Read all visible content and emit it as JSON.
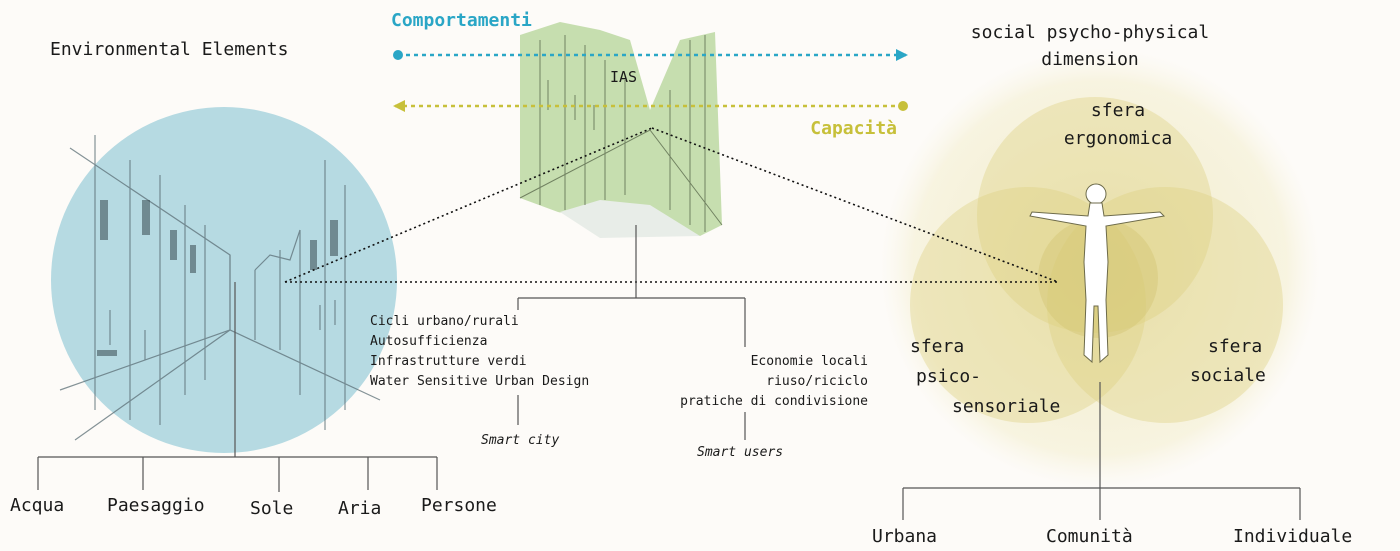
{
  "colors": {
    "blue_accent": "#2aa6c6",
    "olive_accent": "#c7c03a",
    "circle_blue": "#b6dae2",
    "sphere_olive": "#e4d996",
    "street_green": "#bcd8a2"
  },
  "header": {
    "left": "Environmental Elements",
    "right_line1": "social psycho-physical",
    "right_line2": "dimension",
    "behaviors": "Comportamenti",
    "capacity": "Capacità",
    "center_label": "IAS"
  },
  "smart_city": {
    "lines": [
      "Cicli urbano/rurali",
      "Autosufficienza",
      "Infrastrutture verdi",
      "Water Sensitive Urban Design"
    ],
    "label": "Smart city"
  },
  "smart_users": {
    "lines": [
      "Economie locali",
      "riuso/riciclo",
      "pratiche di condivisione"
    ],
    "label": "Smart users"
  },
  "elements": [
    "Acqua",
    "Paesaggio",
    "Sole",
    "Aria",
    "Persone"
  ],
  "spheres": {
    "ergonomic": [
      "sfera",
      "ergonomica"
    ],
    "psycho": [
      "sfera",
      "psico-",
      "sensoriale"
    ],
    "social": [
      "sfera",
      "sociale"
    ]
  },
  "dimensions": [
    "Urbana",
    "Comunità",
    "Individuale"
  ]
}
